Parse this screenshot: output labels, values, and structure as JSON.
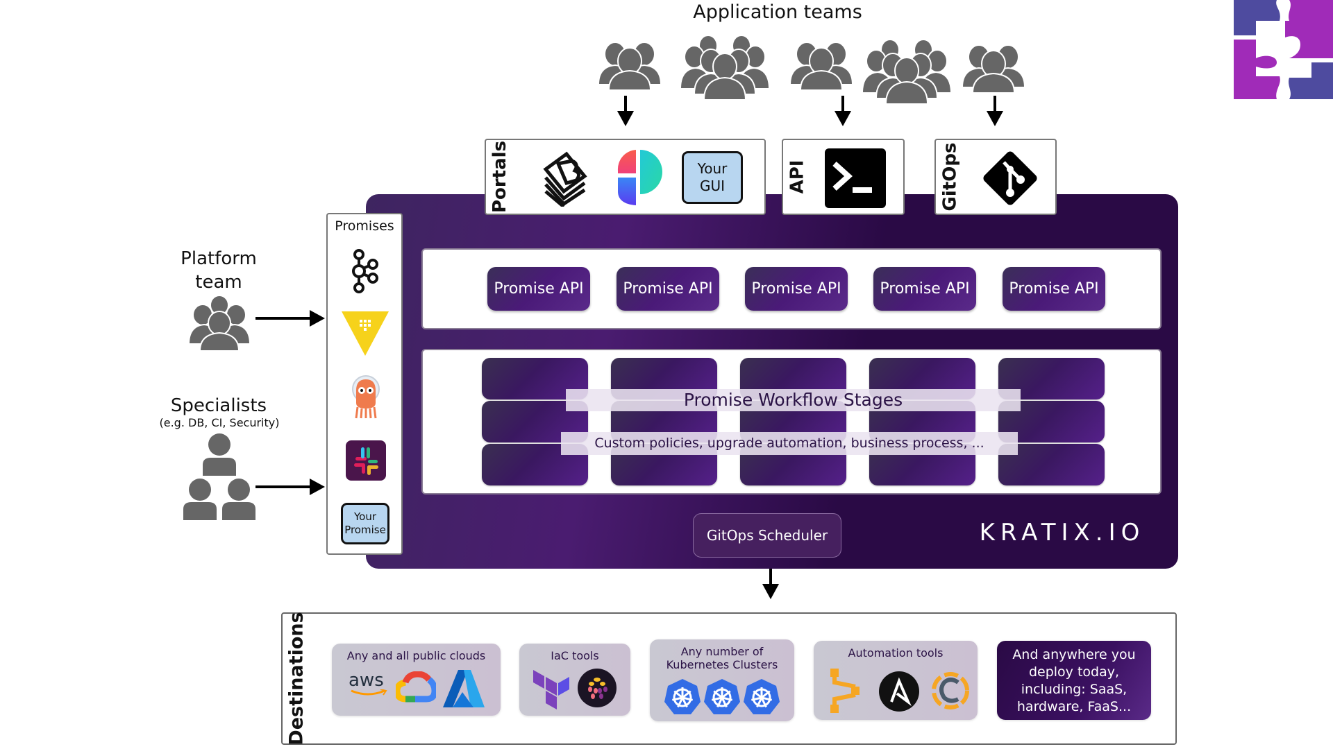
{
  "header": {
    "title": "Application teams"
  },
  "entry_points": {
    "portals": {
      "label": "Portals",
      "icons": [
        "backstage-icon",
        "port-icon"
      ],
      "custom": "Your GUI"
    },
    "api": {
      "label": "API",
      "icon": "terminal-icon"
    },
    "gitops": {
      "label": "GitOps",
      "icon": "git-icon"
    }
  },
  "left": {
    "platform_team": "Platform team",
    "specialists": "Specialists",
    "specialists_sub": "(e.g. DB, CI, Security)"
  },
  "promises": {
    "title": "Promises",
    "icons": [
      "kafka-icon",
      "vault-icon",
      "argo-icon",
      "slack-icon"
    ],
    "custom": "Your Promise"
  },
  "promise_apis": [
    {
      "label": "Promise API"
    },
    {
      "label": "Promise API"
    },
    {
      "label": "Promise API"
    },
    {
      "label": "Promise API"
    },
    {
      "label": "Promise API"
    }
  ],
  "workflow": {
    "title": "Promise Workflow Stages",
    "subtitle": "Custom policies, upgrade automation, business process, ..."
  },
  "scheduler": {
    "label": "GitOps Scheduler"
  },
  "brand": {
    "name": "KRATIX.IO",
    "colors": {
      "primary": "#2a0a45",
      "accent": "#4a1c70",
      "logo_purple": "#a02bb8",
      "logo_indigo": "#4e4b9f"
    }
  },
  "destinations": {
    "label": "Destinations",
    "cards": [
      {
        "title": "Any and all public clouds",
        "icons": [
          "aws-icon",
          "google-cloud-icon",
          "azure-icon"
        ]
      },
      {
        "title": "IaC tools",
        "icons": [
          "terraform-icon",
          "pulumi-icon"
        ]
      },
      {
        "title": "Any number of Kubernetes Clusters",
        "icons": [
          "kubernetes-icon",
          "kubernetes-icon",
          "kubernetes-icon"
        ]
      },
      {
        "title": "Automation tools",
        "icons": [
          "cloudify-icon",
          "ansible-icon",
          "crossplane-icon"
        ]
      },
      {
        "title": "And anywhere you deploy today, including: SaaS, hardware, FaaS..."
      }
    ],
    "aws_text": "aws"
  }
}
